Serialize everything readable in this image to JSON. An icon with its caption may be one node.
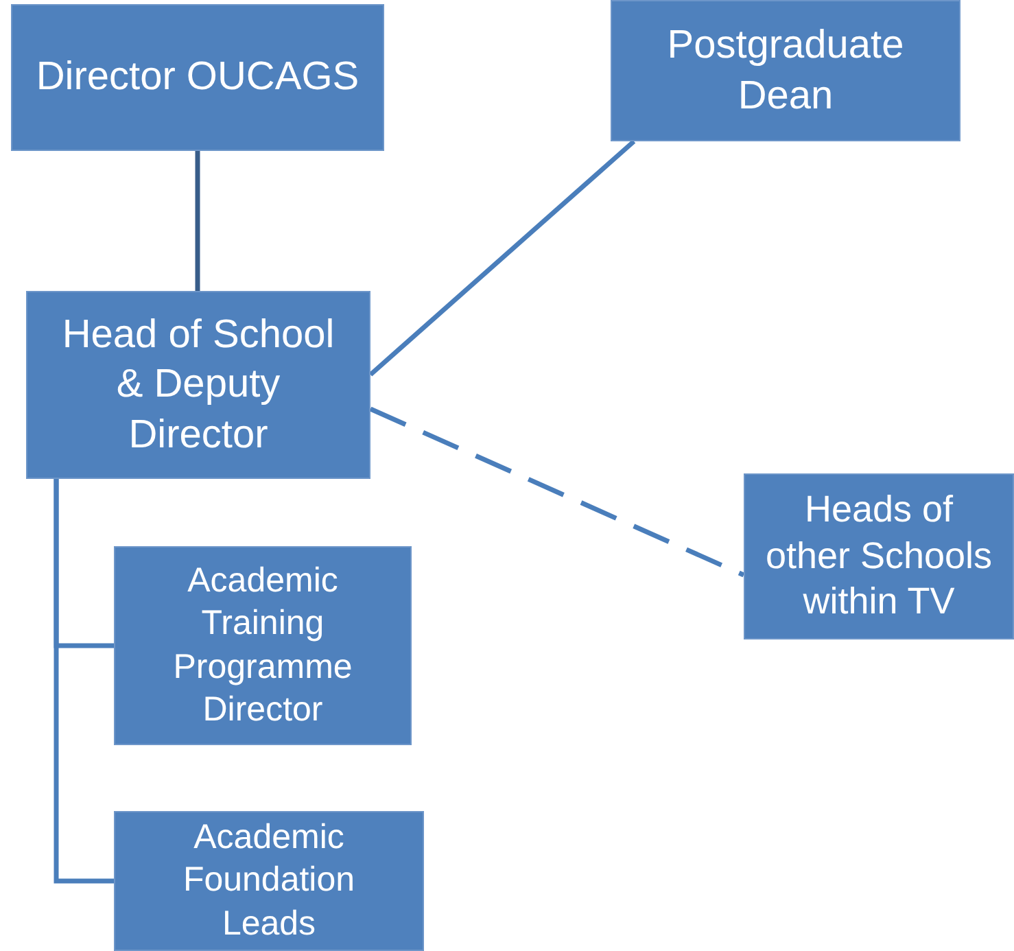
{
  "diagram": {
    "nodes": [
      {
        "text": [
          "Director OUCAGS"
        ]
      },
      {
        "text": [
          "Postgraduate Dean"
        ]
      },
      {
        "text": [
          "Head of School & Deputy Director"
        ]
      },
      {
        "text": [
          "Heads of other Schools within TV"
        ]
      },
      {
        "text": [
          "Academic Training Programme Director"
        ]
      },
      {
        "text": [
          "Academic Foundation Leads"
        ]
      }
    ],
    "edges": [
      {
        "from": 0,
        "to": 2,
        "arrow": "none",
        "color": "#385d8a"
      },
      {
        "from": 1,
        "to": 2,
        "arrow": "none"
      },
      {
        "from": 2,
        "to": 3,
        "arrow": "none",
        "style": "dashed"
      },
      {
        "from": 2,
        "to": 4,
        "arrow": "none"
      },
      {
        "from": 2,
        "to": 5,
        "arrow": "none"
      }
    ]
  }
}
